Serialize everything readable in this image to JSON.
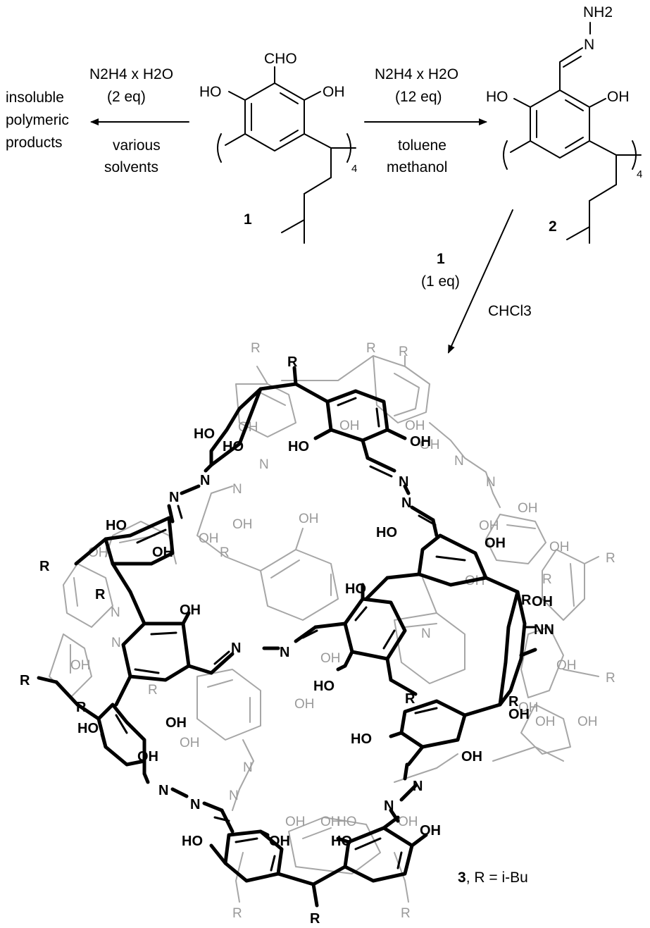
{
  "reagents": {
    "left_top": "N2H4 x H2O",
    "left_eq": "(2 eq)",
    "left_cond1": "various",
    "left_cond2": "solvents",
    "right_top": "N2H4 x H2O",
    "right_eq": "(12 eq)",
    "right_cond1": "toluene",
    "right_cond2": "methanol",
    "down_compound": "1",
    "down_eq": "(1 eq)",
    "down_solvent": "CHCl3"
  },
  "products_left": [
    "insoluble",
    "polymeric",
    "products"
  ],
  "compound1": {
    "label": "1",
    "cho": "CHO",
    "oh_left": "HO",
    "oh_right": "OH",
    "subscript": "4"
  },
  "compound2": {
    "label": "2",
    "nh2": "NH2",
    "n": "N",
    "oh_left": "HO",
    "oh_right": "OH",
    "subscript": "4"
  },
  "compound3": {
    "label_num": "3",
    "label_rest": ", R = i-Bu",
    "r": "R",
    "oh": "OH",
    "ho": "HO",
    "n": "N",
    "nn": "NN"
  }
}
